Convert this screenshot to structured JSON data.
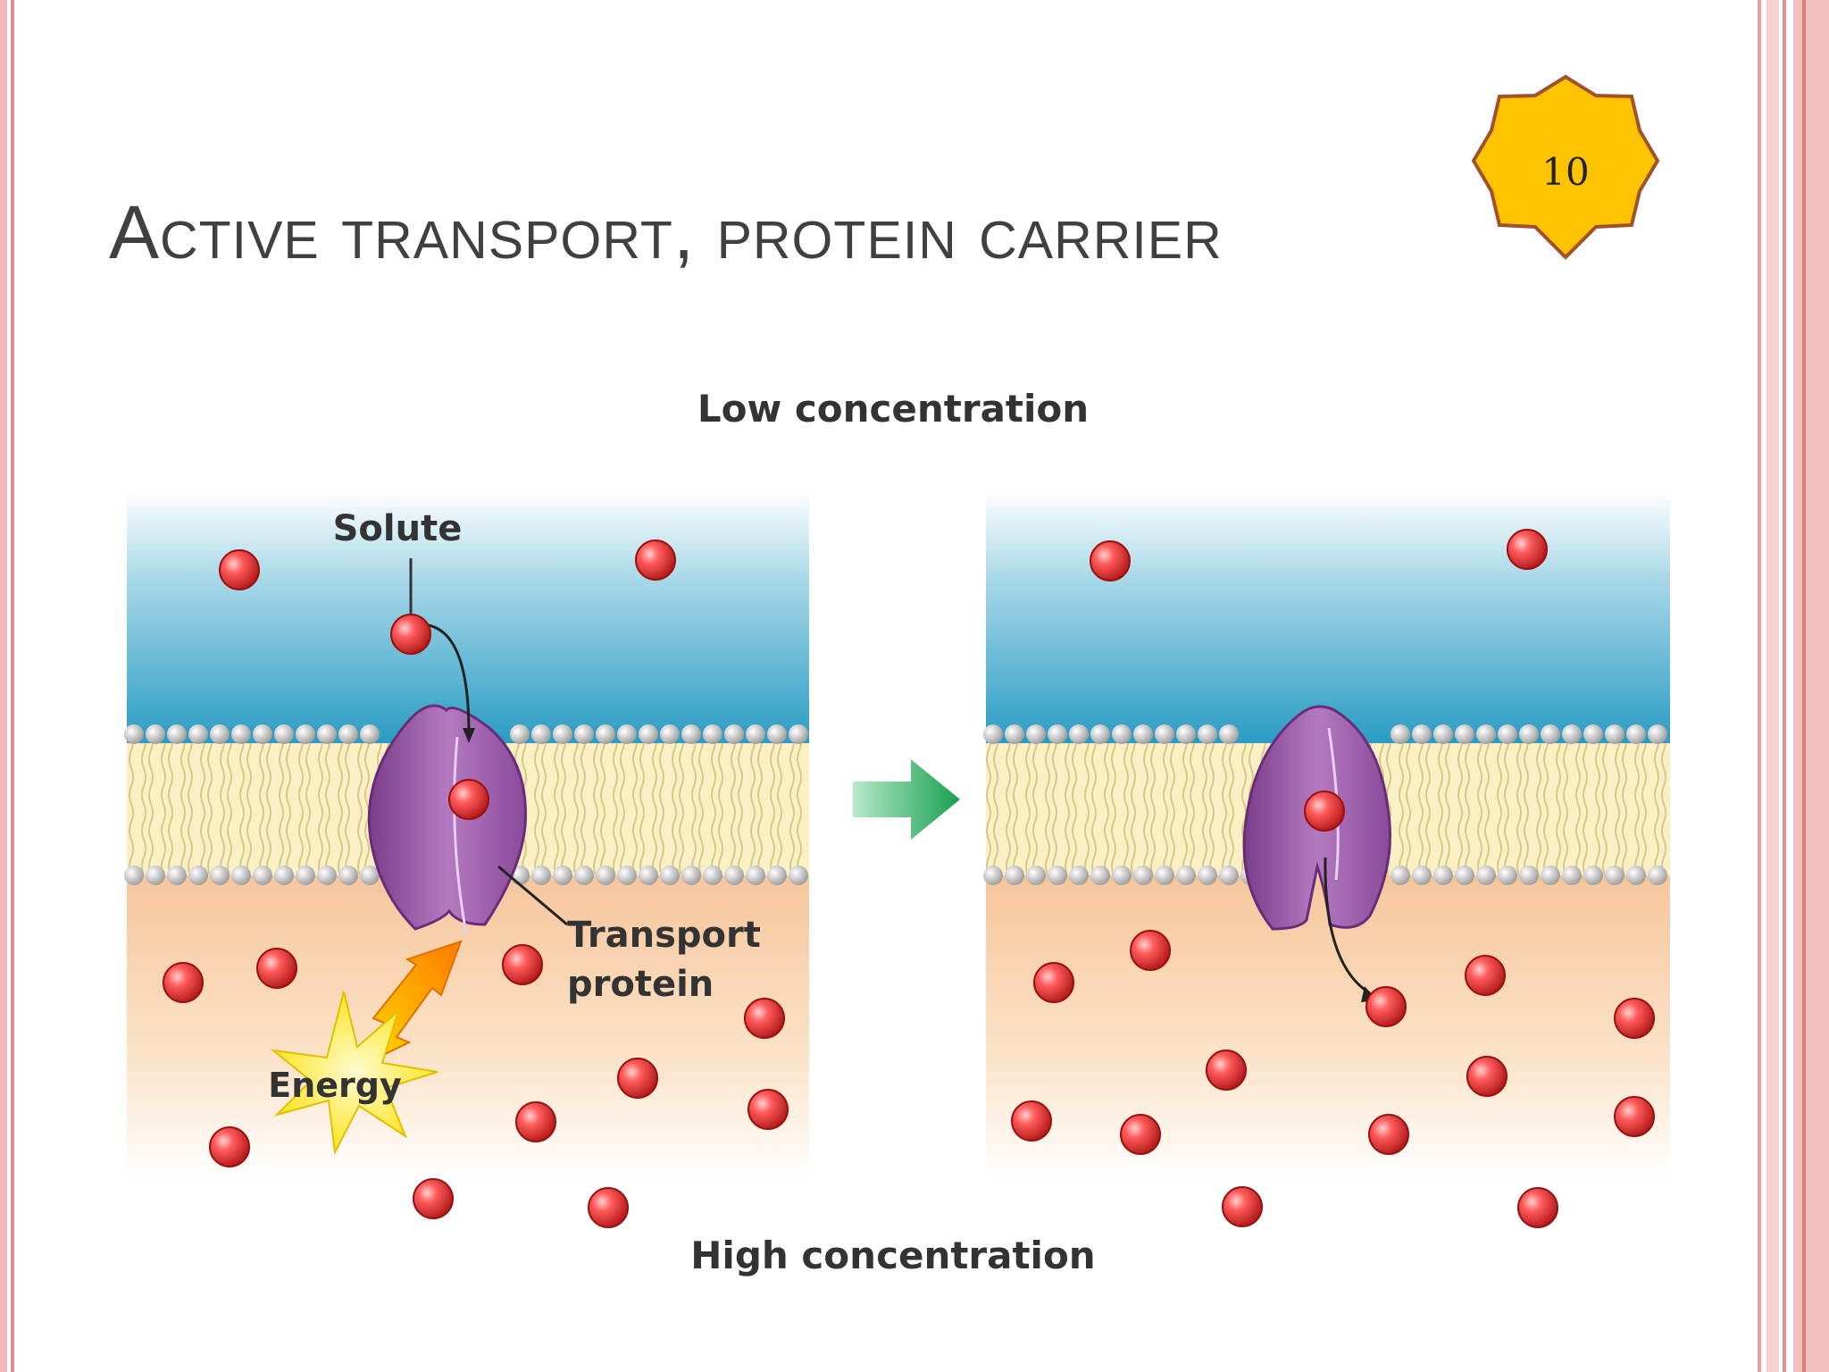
{
  "slide": {
    "title": "Active transport, protein carrier",
    "page_number": "10"
  },
  "figure": {
    "top_label": "Low concentration",
    "bottom_label": "High concentration",
    "solute_label": "Solute",
    "transport_protein_label_line1": "Transport",
    "transport_protein_label_line2": "protein",
    "energy_label": "Energy"
  },
  "colors": {
    "border_pink": "#e8a0a0",
    "badge_fill": "#ffc400",
    "badge_stroke": "#a0522d",
    "extracellular_blue": "#3fa7c7",
    "cytoplasm_peach": "#f8c8a0",
    "protein_purple": "#9b5aa8",
    "solute_red": "#e0323a",
    "arrow_green": "#2fb36b"
  }
}
